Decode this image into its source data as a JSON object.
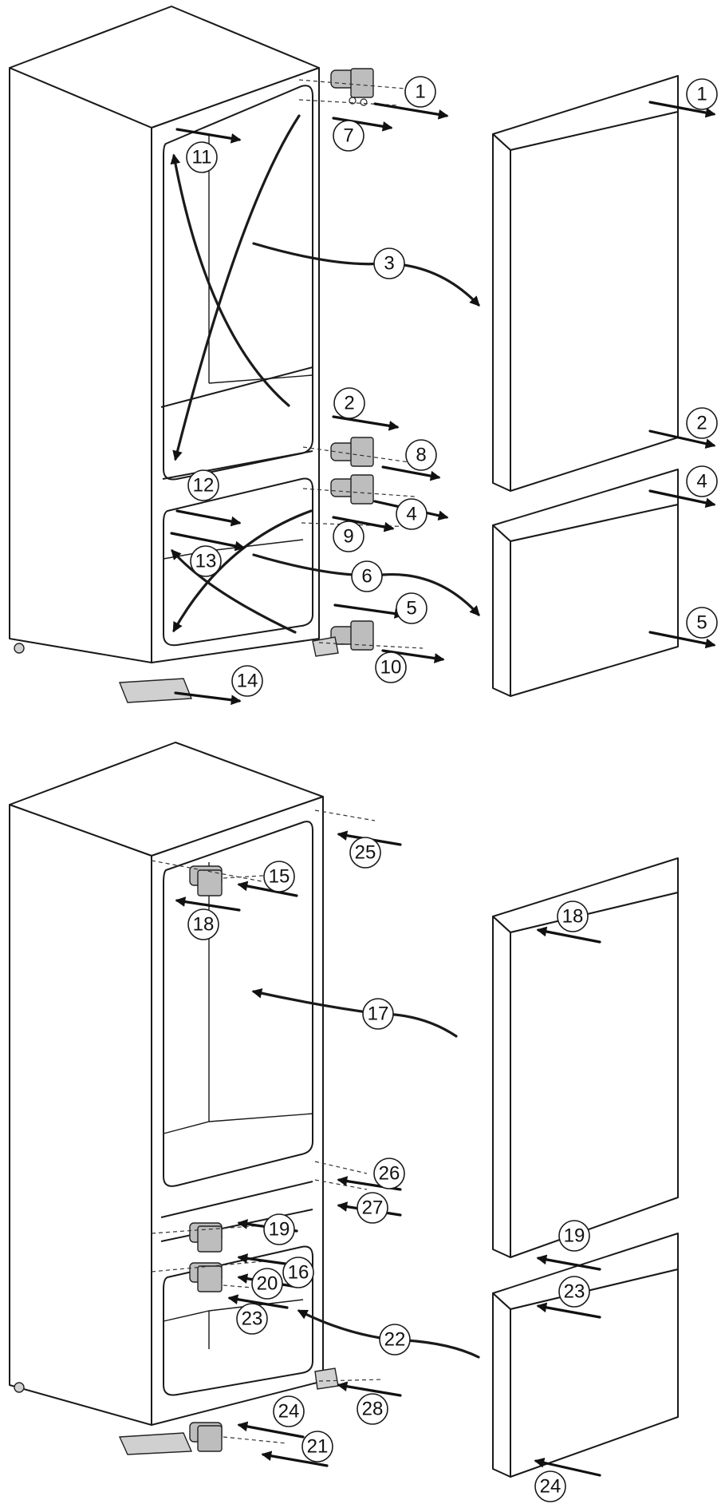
{
  "diagram": {
    "top": {
      "callouts": [
        "1",
        "1",
        "7",
        "11",
        "3",
        "2",
        "2",
        "8",
        "12",
        "4",
        "4",
        "9",
        "13",
        "6",
        "5",
        "5",
        "10",
        "14"
      ]
    },
    "bottom": {
      "callouts": [
        "25",
        "15",
        "18",
        "18",
        "17",
        "26",
        "27",
        "19",
        "19",
        "16",
        "20",
        "22",
        "23",
        "23",
        "24",
        "21",
        "28",
        "24"
      ]
    }
  }
}
